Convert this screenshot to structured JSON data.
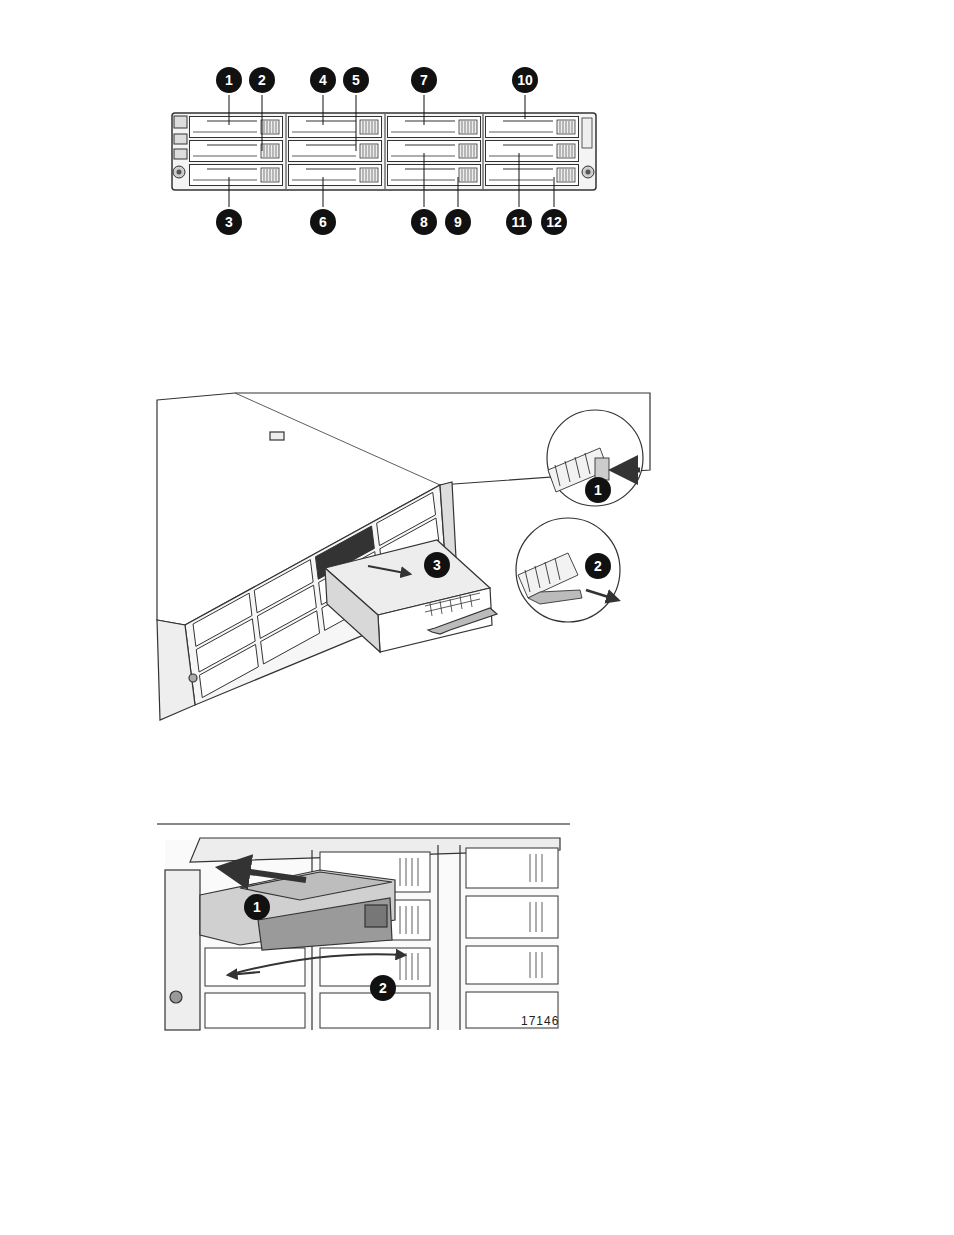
{
  "diagram": {
    "labels": [
      "1",
      "2",
      "4",
      "5",
      "7",
      "10",
      "3",
      "6",
      "8",
      "9",
      "11",
      "12",
      "1",
      "2",
      "3",
      "1",
      "2",
      "17146"
    ]
  }
}
